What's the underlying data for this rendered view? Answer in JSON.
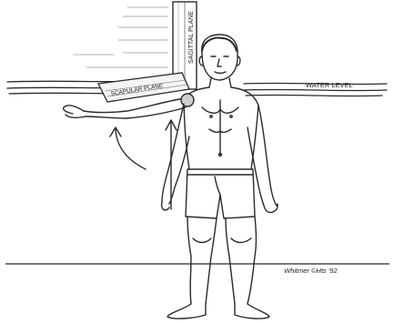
{
  "labels": {
    "sagittal_plane": "SAGITTAL PLANE",
    "water_level": "WATER LEVEL",
    "scapular_plane": "SCAPULAR PLANE",
    "signature": "Whitmer ©Hts '92"
  },
  "colors": {
    "ink": "#2a2a2a",
    "paper": "#ffffff"
  }
}
